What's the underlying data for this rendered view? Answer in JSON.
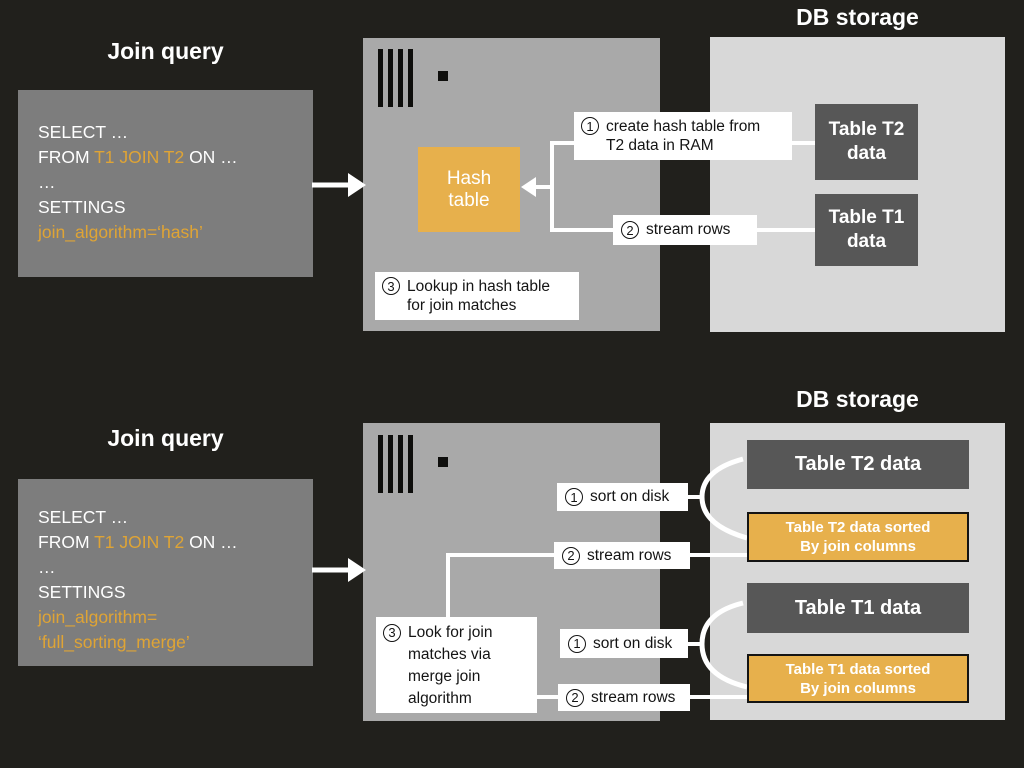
{
  "colors": {
    "background": "#21201C",
    "accent_orange_box": "#E7B04C",
    "accent_orange_text": "#DFA435",
    "query_box_gray": "#7D7D7D",
    "server_box_gray": "#A9A9A9",
    "db_storage_gray": "#D8D8D8",
    "table_box_dark_gray": "#575757",
    "connector_white": "#FFFFFF"
  },
  "hash_join": {
    "query_title": "Join query",
    "query": {
      "line1": "SELECT …",
      "line2_pre": "FROM ",
      "line2_highlight": "T1 JOIN T2",
      "line2_post": " ON …",
      "line3": "…",
      "line4": "SETTINGS",
      "line5_highlight": "join_algorithm=‘hash’"
    },
    "server": {
      "hash_table_label": "Hash table",
      "step3": {
        "num": "3",
        "lines": [
          "Lookup in hash table",
          "for join matches"
        ]
      }
    },
    "steps": {
      "step1": {
        "num": "1",
        "lines": [
          "create hash table from",
          "T2 data in RAM"
        ]
      },
      "step2": {
        "num": "2",
        "text": "stream rows"
      }
    },
    "db": {
      "title": "DB storage",
      "table_t2": "Table T2 data",
      "table_t1": "Table T1 data"
    }
  },
  "merge_join": {
    "query_title": "Join query",
    "query": {
      "line1": "SELECT …",
      "line2_pre": "FROM ",
      "line2_highlight": "T1 JOIN T2",
      "line2_post": " ON …",
      "line3": "…",
      "line4": "SETTINGS",
      "line5_highlight": "join_algorithm=",
      "line6_highlight": "‘full_sorting_merge’"
    },
    "server": {
      "step3": {
        "num": "3",
        "lines": [
          "Look for join",
          "matches via",
          "merge join",
          "algorithm"
        ]
      }
    },
    "steps": {
      "sort_t2": {
        "num": "1",
        "text": "sort on disk"
      },
      "stream_t2": {
        "num": "2",
        "text": "stream rows"
      },
      "sort_t1": {
        "num": "1",
        "text": "sort on disk"
      },
      "stream_t1": {
        "num": "2",
        "text": "stream rows"
      }
    },
    "db": {
      "title": "DB storage",
      "table_t2": "Table T2 data",
      "table_t2_sorted_lines": [
        "Table T2 data sorted",
        "By join columns"
      ],
      "table_t1": "Table T1 data",
      "table_t1_sorted_lines": [
        "Table T1 data sorted",
        "By join columns"
      ]
    }
  }
}
